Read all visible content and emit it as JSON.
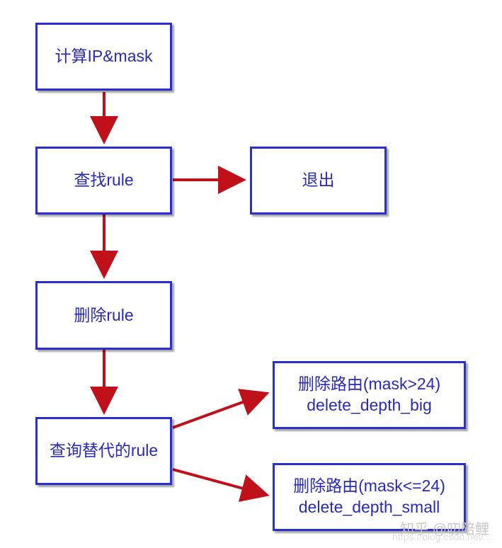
{
  "nodes": {
    "calc": "计算IP&mask",
    "find": "查找rule",
    "exit": "退出",
    "delete": "删除rule",
    "query": "查询替代的rule",
    "route_big": {
      "line1": "删除路由(mask>24)",
      "line2": "delete_depth_big"
    },
    "route_small": {
      "line1": "删除路由(mask<=24)",
      "line2": "delete_depth_small"
    }
  },
  "watermark": {
    "brand": "知乎 @叨陪鲤",
    "url": "https://blog.csdn.net/..."
  },
  "colors": {
    "box_border": "#2b2fd0",
    "text": "#2a2ab8",
    "arrow": "#c0101a"
  }
}
